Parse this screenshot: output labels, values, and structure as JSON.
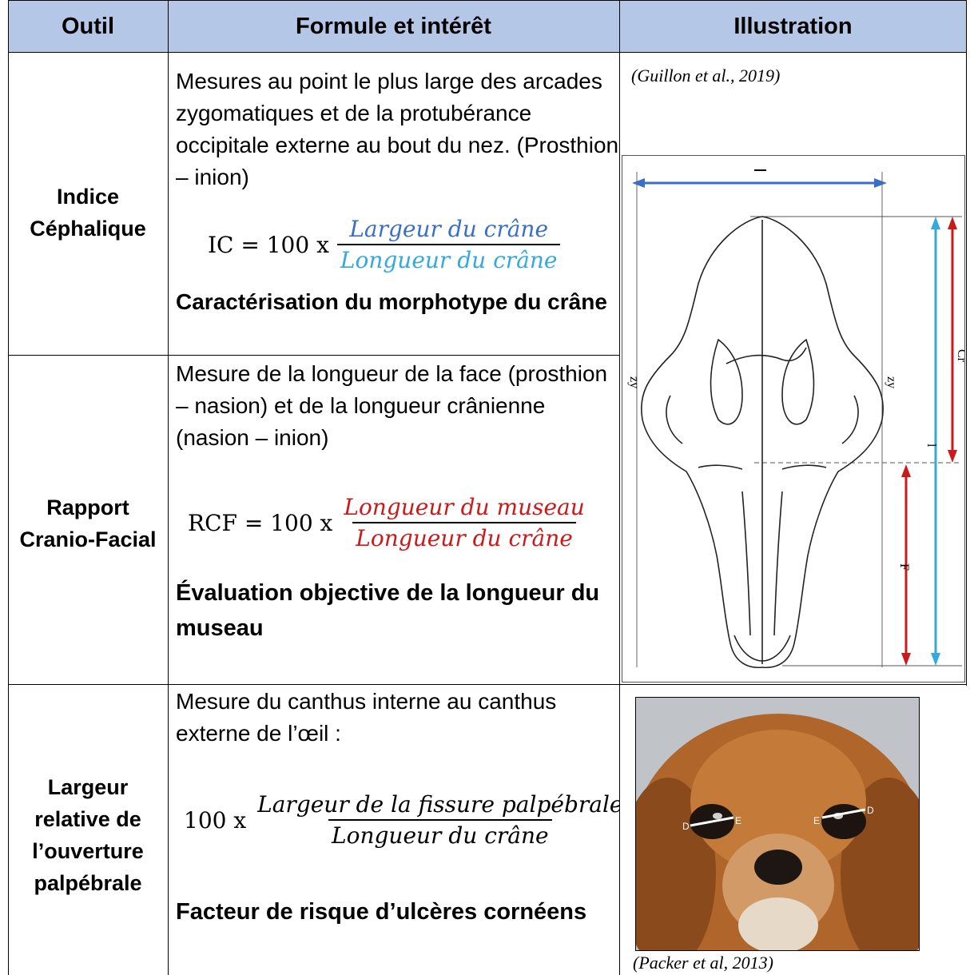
{
  "headers": {
    "tool": "Outil",
    "formula": "Formule et intérêt",
    "illustration": "Illustration"
  },
  "rows": [
    {
      "tool": "Indice Céphalique",
      "description": "Mesures au point le plus large des arcades zygomatiques et de la protubérance occipitale externe au bout du nez. (Prosthion – inion)",
      "formula": {
        "lhs": "IC = 100 x",
        "numerator": "Largeur du crâne",
        "denominator": "Longueur du crâne"
      },
      "interest": "Caractérisation du morphotype du crâne"
    },
    {
      "tool": "Rapport Cranio-Facial",
      "description": "Mesure de la longueur de la face (prosthion – nasion) et de la longueur crânienne (nasion – inion)",
      "formula": {
        "lhs": "RCF = 100 x",
        "numerator": "Longueur du museau",
        "denominator": "Longueur du crâne"
      },
      "interest": "Évaluation objective de la longueur du museau"
    },
    {
      "tool": "Largeur relative de l’ouverture palpébrale",
      "description": "Mesure du canthus interne au canthus externe de l’œil :",
      "formula": {
        "lhs": "100 x",
        "numerator": "Largeur de la fissure palpébrale",
        "denominator": "Longueur du crâne"
      },
      "interest": "Facteur de risque d’ulcères cornéens"
    }
  ],
  "illustrations": {
    "skull_citation": "(Guillon et al., 2019)",
    "skull_labels": {
      "l": "l",
      "cr": "Cr",
      "zy": "zy",
      "f": "F"
    },
    "dog_citation": "(Packer et al, 2013)",
    "dog_eye_labels": {
      "d": "D",
      "e": "E"
    }
  },
  "colors": {
    "header_bg": "#b4c7e7",
    "width_blue": "#3a6fc9",
    "length_lightblue": "#33aadd",
    "red": "#cc1a1a"
  }
}
